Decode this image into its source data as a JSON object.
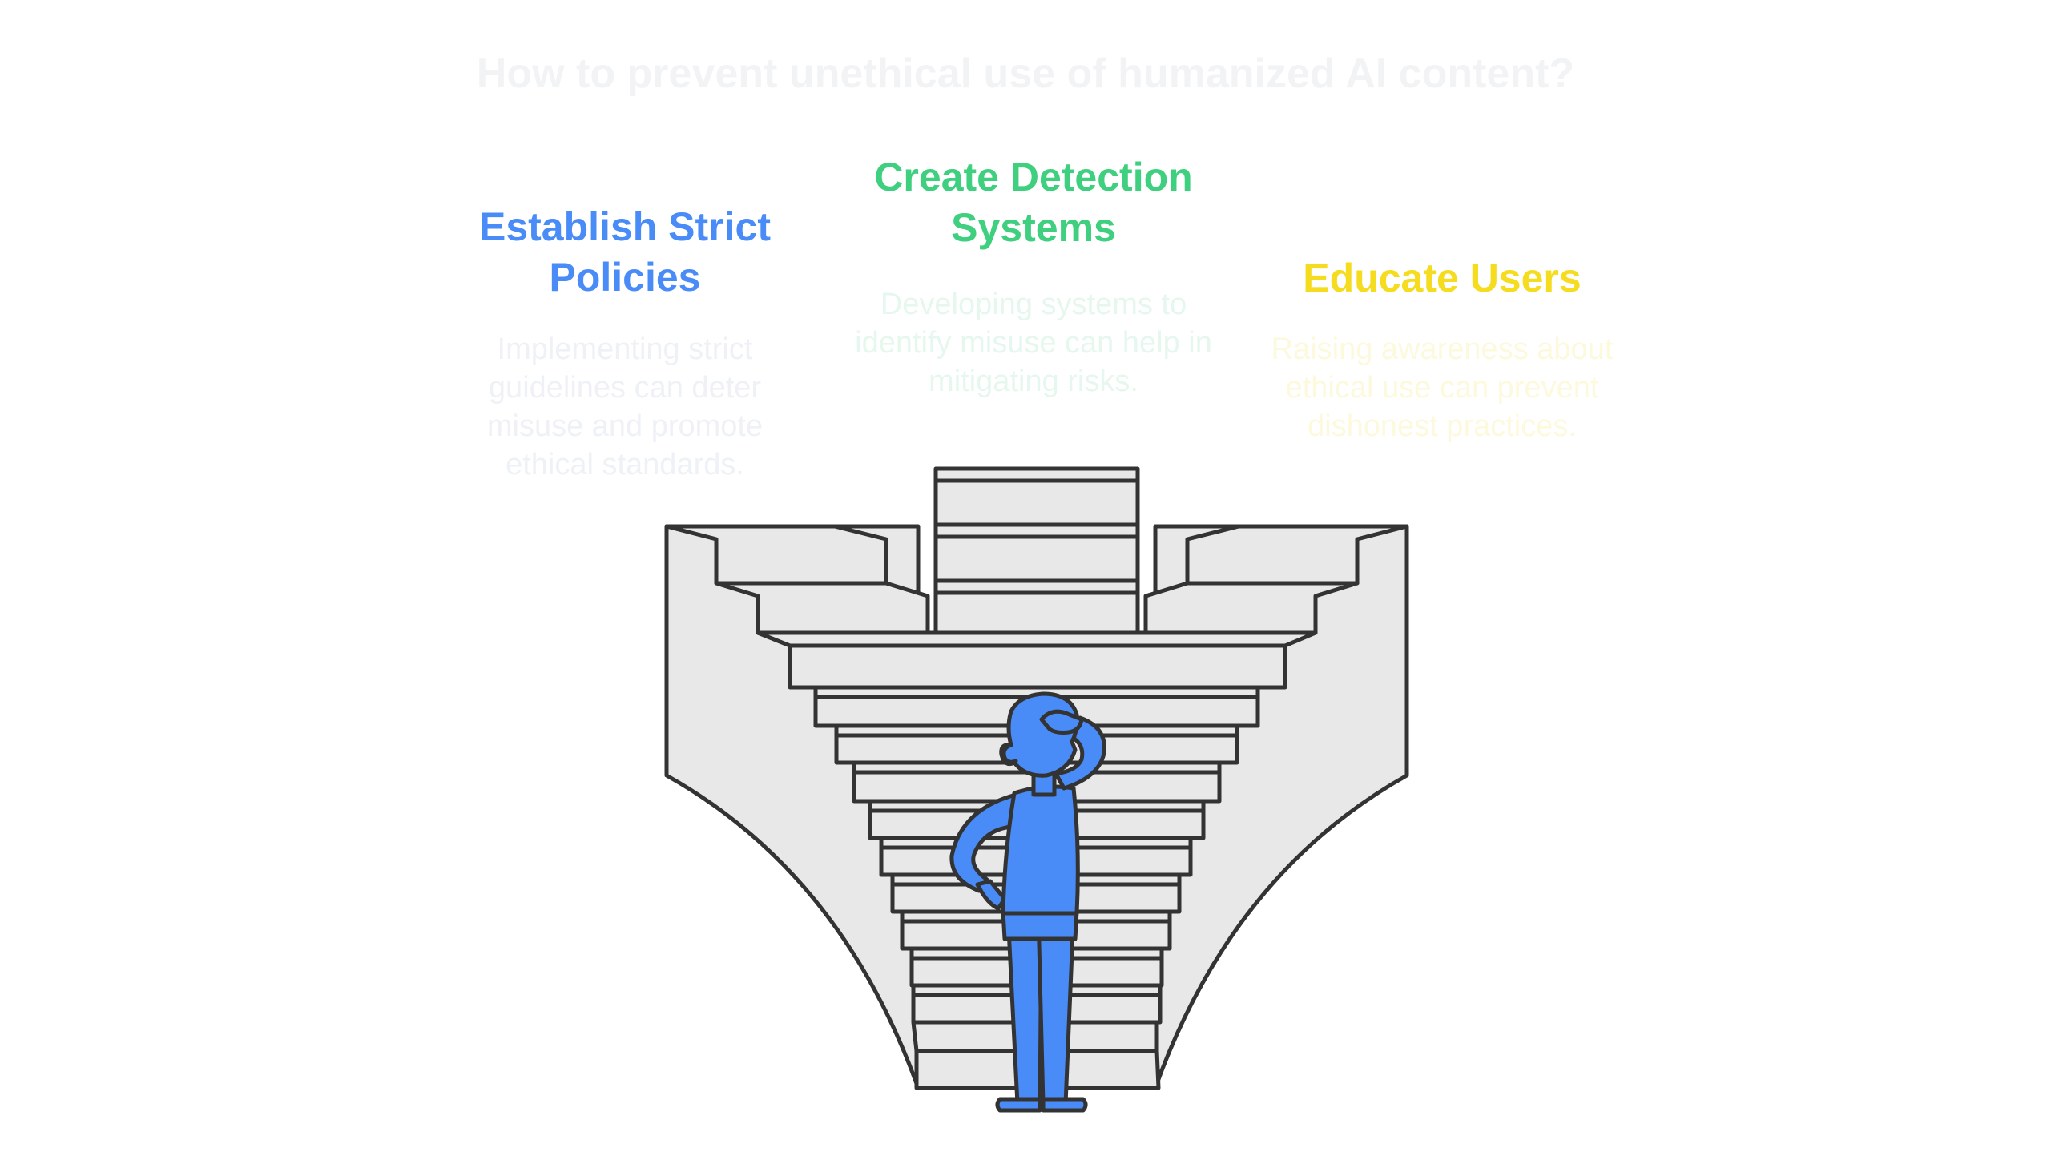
{
  "title": "How to prevent unethical use of humanized AI content?",
  "colors": {
    "left": "#4a8cf7",
    "middle": "#3ecf7f",
    "right": "#f5dc1e",
    "left_desc": "#eef1f6",
    "middle_desc": "#e6f7ee",
    "right_desc": "#fdf9dc",
    "title": "#f1f3f5",
    "stair_fill": "#e8e8e8",
    "outline": "#333333",
    "person": "#4a8cf7"
  },
  "options": [
    {
      "heading": "Establish Strict Policies",
      "description": "Implementing strict guidelines can deter misuse and promote ethical standards."
    },
    {
      "heading": "Create Detection Systems",
      "description": "Developing systems to identify misuse can help in mitigating risks."
    },
    {
      "heading": "Educate Users",
      "description": "Raising awareness about ethical use can prevent dishonest practices."
    }
  ],
  "icons": {
    "staircase": "staircase-icon",
    "person": "person-thinking-icon"
  }
}
